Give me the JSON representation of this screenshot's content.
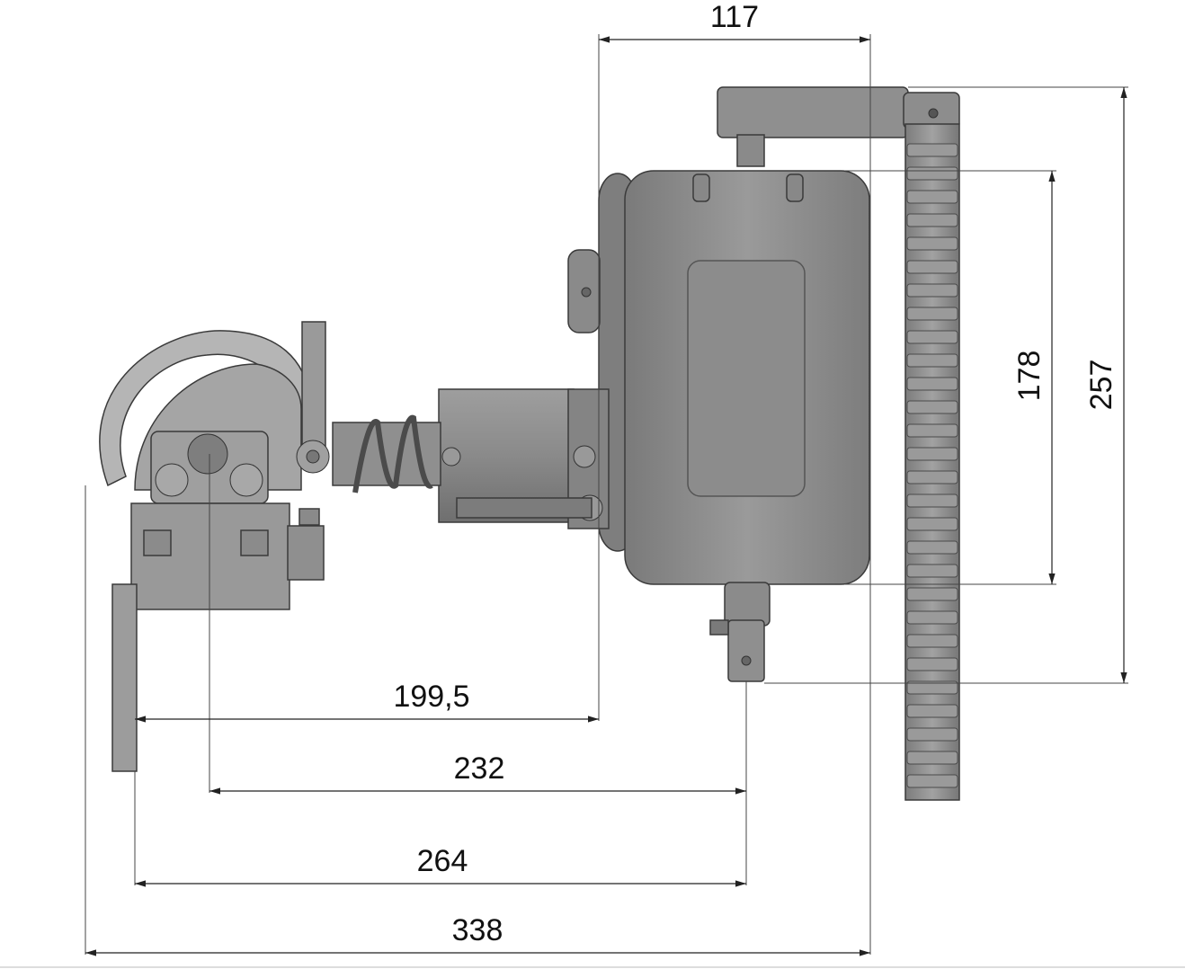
{
  "dimensions": {
    "d117": "117",
    "d257": "257",
    "d178": "178",
    "d199": "199,5",
    "d232": "232",
    "d264": "264",
    "d338": "338"
  },
  "colors": {
    "body": "#8c8c8c",
    "body_light": "#a6a6a6",
    "body_dark": "#6e6e6e",
    "outline": "#3a3a3a",
    "dimension_line": "#222222"
  }
}
